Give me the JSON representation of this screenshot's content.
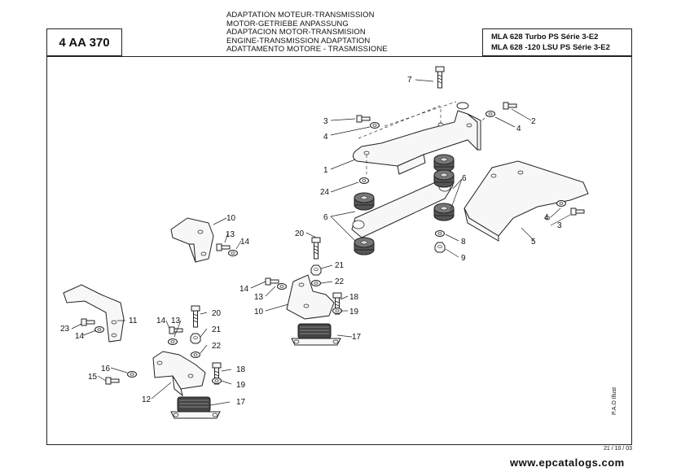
{
  "header": {
    "code": "4 AA 370",
    "titles": [
      "ADAPTATION MOTEUR-TRANSMISSION",
      "MOTOR-GETRIEBE ANPASSUNG",
      "ADAPTACION MOTOR-TRANSMISION",
      "ENGINE-TRANSMISSION ADAPTATION",
      "ADATTAMENTO MOTORE - TRASMISSIONE"
    ],
    "models": [
      "MLA 628 Turbo PS Série 3-E2",
      "MLA 628 -120 LSU PS Série 3-E2"
    ]
  },
  "footer": {
    "side_note": "P.A.O Illust",
    "date": "21 / 10 / 03",
    "website": "www.epcatalogs.com"
  },
  "callouts": [
    "7",
    "3",
    "4",
    "2",
    "4",
    "1",
    "24",
    "6",
    "6",
    "8",
    "9",
    "5",
    "4",
    "3",
    "10",
    "13",
    "14",
    "20",
    "21",
    "22",
    "14",
    "13",
    "10",
    "18",
    "19",
    "17",
    "11",
    "23",
    "14",
    "20",
    "14",
    "13",
    "21",
    "22",
    "16",
    "15",
    "18",
    "19",
    "12",
    "17"
  ],
  "icons": {
    "bolt": "bolt-icon",
    "washer": "washer-icon",
    "nut": "nut-icon",
    "rubber_mount": "rubber-mount-icon",
    "bracket": "bracket-icon"
  }
}
